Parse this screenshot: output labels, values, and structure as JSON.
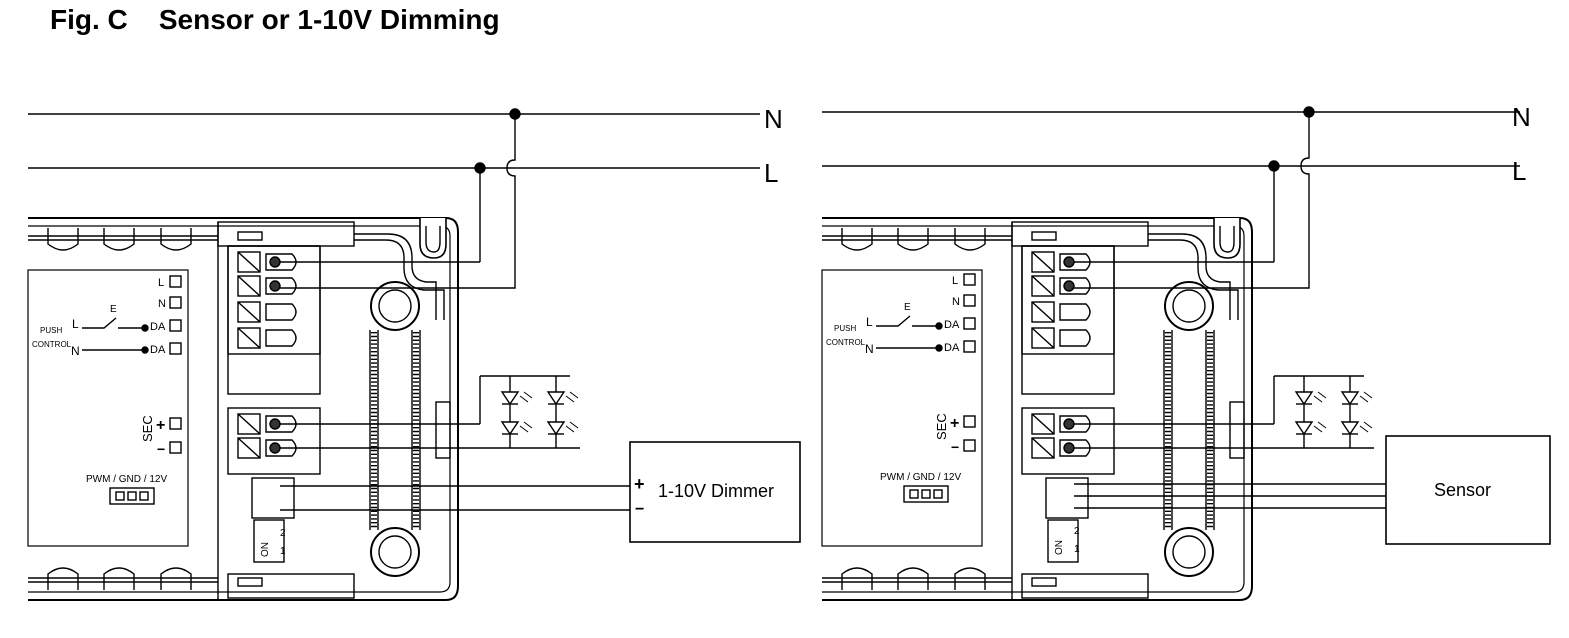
{
  "title": "Fig. C    Sensor or 1-10V Dimming",
  "lines": {
    "neutral": "N",
    "live": "L"
  },
  "driver": {
    "terminals": [
      "L",
      "N",
      "DA",
      "DA"
    ],
    "push_label_line1": "PUSH",
    "push_label_line2": "CONTROL",
    "push_l": "L",
    "push_n": "N",
    "push_e": "E",
    "sec_label": "SEC",
    "sec_plus": "+",
    "sec_minus": "−",
    "header_label": "PWM / GND / 12V",
    "dip_on": "ON",
    "dip_1": "1",
    "dip_2": "2"
  },
  "left_device": {
    "label": "1-10V Dimmer",
    "plus": "+",
    "minus": "−"
  },
  "right_device": {
    "label": "Sensor"
  }
}
